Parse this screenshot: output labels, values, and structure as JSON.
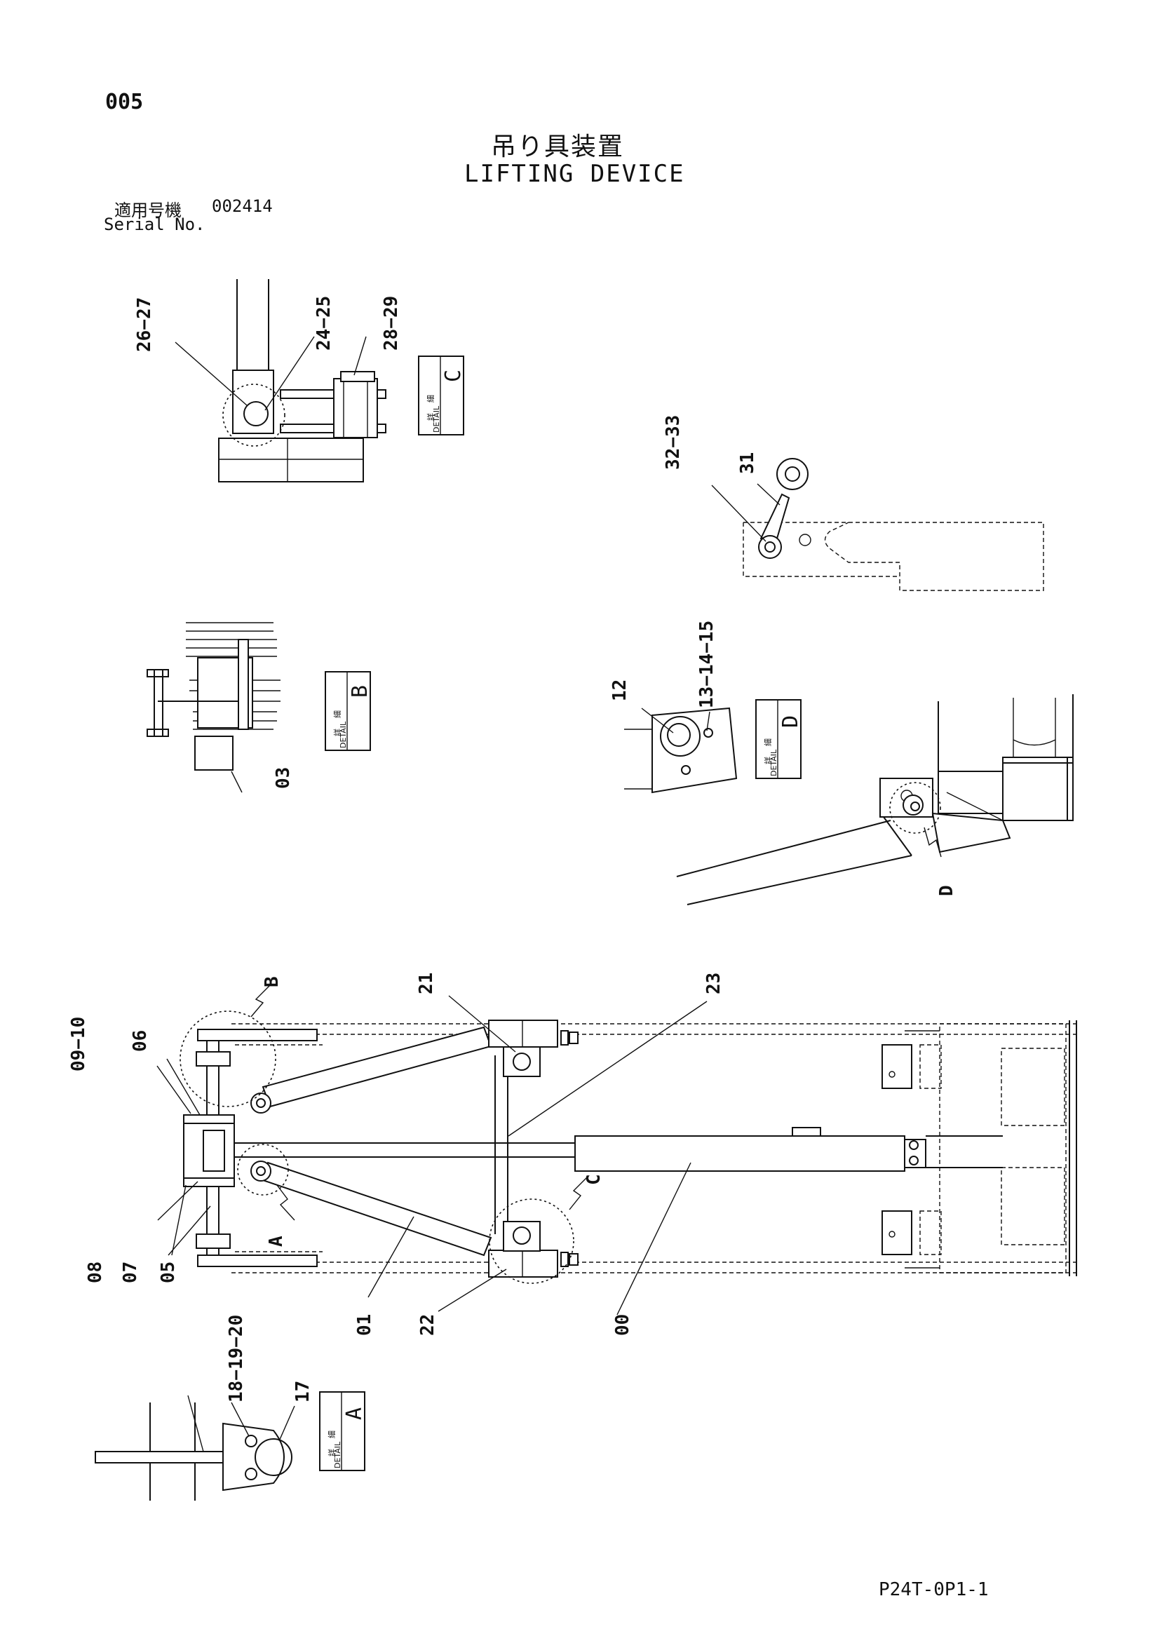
{
  "header": {
    "page_number": "005",
    "title_ja": "吊り具装置",
    "title_en": "LIFTING DEVICE",
    "serial_label_ja": "適用号機",
    "serial_value": "002414",
    "serial_label_en": "Serial No."
  },
  "footer": {
    "doc_code": "P24T-0P1-1"
  },
  "details": {
    "kanji_1": "詳",
    "kanji_2": "細",
    "word": "DETAIL",
    "letters": [
      "A",
      "B",
      "C",
      "D"
    ]
  },
  "part_labels": {
    "p26_27": "26−27",
    "p24_25": "24−25",
    "p28_29": "28−29",
    "p32_33": "32−33",
    "p31": "31",
    "p03": "03",
    "p12": "12",
    "p13_15": "13−14−15",
    "p09_10": "09−10",
    "p06": "06",
    "p21": "21",
    "p23": "23",
    "p08": "08",
    "p07": "07",
    "p05": "05",
    "p01": "01",
    "p22": "22",
    "p00": "00",
    "p18_20": "18−19−20",
    "p17": "17"
  }
}
